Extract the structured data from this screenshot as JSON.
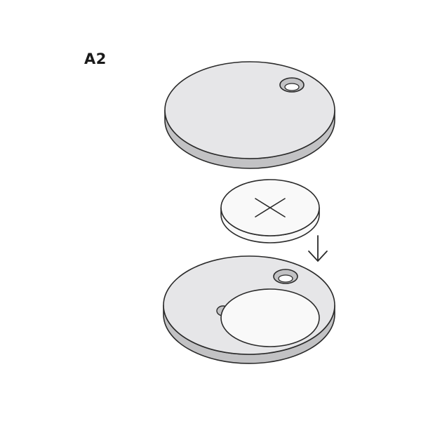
{
  "step": {
    "label": "A2"
  },
  "colors": {
    "outline": "#2a2a2a",
    "disc_top": "#e6e6e8",
    "disc_side": "#c2c2c4",
    "battery_face": "#f9f9f9",
    "cavity": "#f9f9f9",
    "background": "#ffffff"
  },
  "parts": [
    {
      "name": "cover-lid",
      "icon": "cover-disc"
    },
    {
      "name": "coin-cell-battery",
      "icon": "battery-cross-mark"
    },
    {
      "name": "insert-direction",
      "icon": "arrow-down-icon"
    },
    {
      "name": "device-base",
      "icon": "base-disc-with-battery-cavity"
    }
  ]
}
